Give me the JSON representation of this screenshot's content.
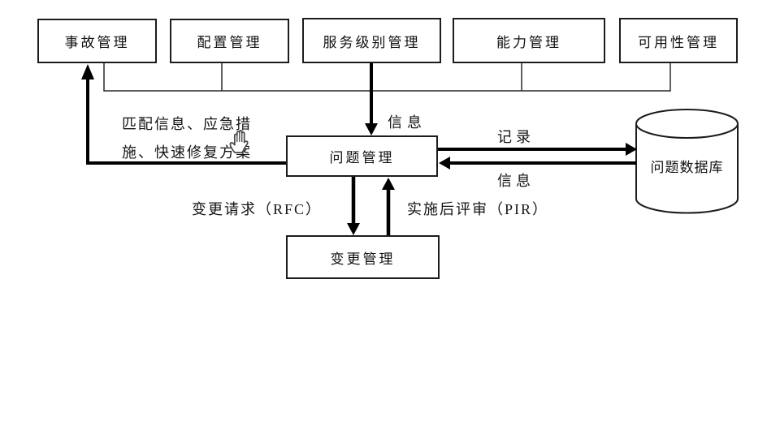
{
  "diagram": {
    "type": "flowchart",
    "background_color": "#ffffff",
    "line_color": "#000000",
    "nodes": {
      "incident": {
        "label": "事故管理",
        "shape": "rect"
      },
      "configuration": {
        "label": "配置管理",
        "shape": "rect"
      },
      "service_level": {
        "label": "服务级别管理",
        "shape": "rect"
      },
      "capacity": {
        "label": "能力管理",
        "shape": "rect"
      },
      "availability": {
        "label": "可用性管理",
        "shape": "rect"
      },
      "problem": {
        "label": "问题管理",
        "shape": "rect"
      },
      "change": {
        "label": "变更管理",
        "shape": "rect"
      },
      "problem_db": {
        "label": "问题数据库",
        "shape": "cylinder"
      }
    },
    "edge_labels": {
      "info_top": "信息",
      "match_info_line1": "匹配信息、应急措",
      "match_info_line2": "施、快速修复方案",
      "record": "记录",
      "info_db": "信息",
      "rfc": "变更请求（RFC）",
      "pir": "实施后评审（PIR）"
    },
    "edges": [
      {
        "from": "top_row_bus",
        "to": "problem",
        "label": "信息"
      },
      {
        "from": "problem",
        "to": "incident",
        "label": "匹配信息、应急措施、快速修复方案"
      },
      {
        "from": "problem",
        "to": "problem_db",
        "label": "记录"
      },
      {
        "from": "problem_db",
        "to": "problem",
        "label": "信息"
      },
      {
        "from": "problem",
        "to": "change",
        "label": "变更请求（RFC）"
      },
      {
        "from": "change",
        "to": "problem",
        "label": "实施后评审（PIR）"
      }
    ],
    "cursor_icon": "hand-grab-cursor"
  }
}
